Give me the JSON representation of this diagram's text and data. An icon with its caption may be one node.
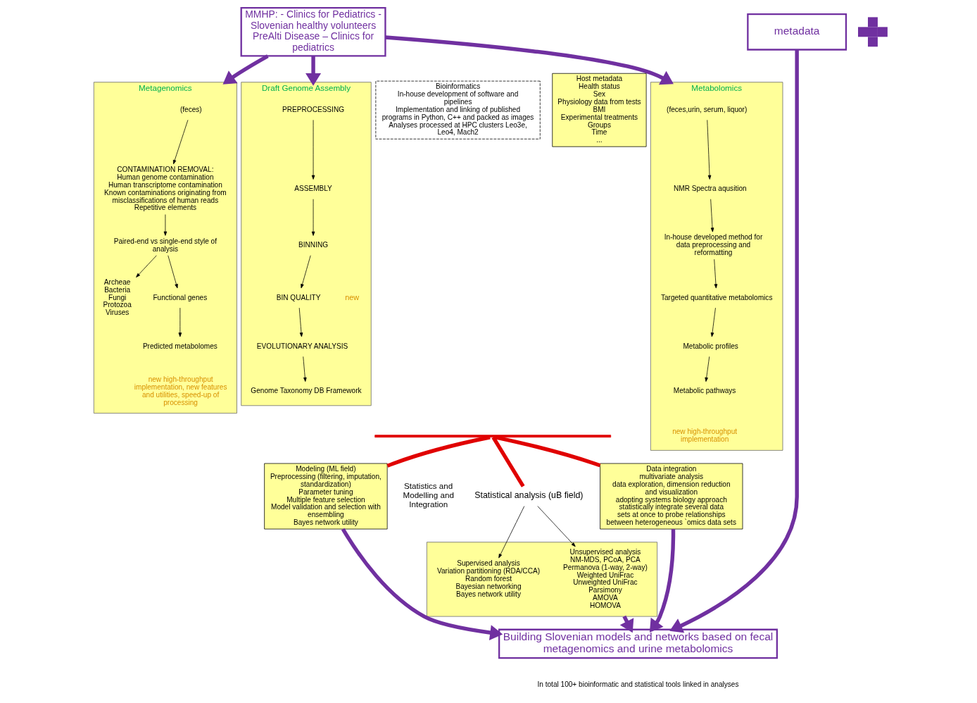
{
  "diagram": {
    "nodes": [
      {
        "text": [
          "MMHP: - Clinics for Pediatrics - Slovenian healthy volunteers",
          "PreAlti Disease – Clinics for pediatrics"
        ]
      },
      {
        "text": [],
        "shape": "cross"
      },
      {
        "text": [
          "metadata"
        ]
      },
      {
        "text": [
          "Bioinformatics",
          "In-house development of software and pipelines",
          "Implementation and linking of published programs in Python, C++ and packed as images",
          "Analyses processed at HPC clusters Leo3e, Leo4, Mach2"
        ]
      },
      {
        "text": [
          "Draft Genome Assembly"
        ]
      },
      {
        "text": [
          "PREPROCESSING"
        ],
        "in": 4
      },
      {
        "text": [
          "ASSEMBLY"
        ],
        "in": 4
      },
      {
        "text": [
          "BINNING"
        ],
        "in": 4
      },
      {
        "text": [
          "BIN QUALITY"
        ],
        "in": 4
      },
      {
        "text": [
          "EVOLUTIONARY ANALYSIS"
        ],
        "in": 4
      },
      {
        "text": [
          "Genome Taxonomy DB Framework"
        ],
        "in": 4
      },
      {
        "text": [
          "Metagenomics"
        ]
      },
      {
        "text": [
          "(feces)"
        ],
        "in": 11
      },
      {
        "text": [
          "CONTAMINATION REMOVAL:",
          "Human genome contamination",
          "Human transcriptome contamination",
          "Known contaminations originating from misclassifications of human reads",
          "Repetitive elements"
        ],
        "in": 11
      },
      {
        "text": [
          "Paired-end vs single-end style of analysis"
        ],
        "in": 11
      },
      {
        "text": [
          "Archeae",
          "Bacteria",
          "Fungi",
          "Protozoa",
          "Viruses"
        ],
        "in": 11
      },
      {
        "text": [
          "Functional genes"
        ],
        "in": 11
      },
      {
        "text": [
          "Predicted metabolomes"
        ],
        "in": 11
      },
      {
        "text": [
          "Metabolomics"
        ]
      },
      {
        "text": [
          "(feces,urin, serum, liquor)"
        ],
        "in": 18
      },
      {
        "text": [
          "NMR Spectra aqusition"
        ],
        "in": 18
      },
      {
        "text": [
          "In-house developed method for data preprocessing and reformatting"
        ],
        "in": 18
      },
      {
        "text": [
          "Targeted quantitative metabolomics"
        ],
        "in": 18
      },
      {
        "text": [
          "Metabolic profiles"
        ],
        "in": 18
      },
      {
        "text": [
          "Metabolic pathways"
        ],
        "in": 18
      },
      {
        "text": [
          "Host metadata",
          "Health status",
          "Sex",
          "Physiology data from tests",
          "BMI",
          "Experimental treatments",
          "Groups",
          "Time",
          "..."
        ]
      },
      {
        "text": [],
        "shape": "bar"
      },
      {
        "text": [
          "Statistical analysis (uB field)"
        ]
      },
      {
        "text": [],
        "shape": "box"
      },
      {
        "text": [
          "Unsupervised analysis",
          "NM-MDS, PCoA, PCA",
          "Permanova (1-way, 2-way)",
          "Weighted UniFrac",
          "Unweighted UniFrac",
          "Parsimony",
          "AMOVA",
          "HOMOVA"
        ],
        "in": 28
      },
      {
        "text": [
          "Supervised analysis",
          "Variation partitioning (RDA/CCA)",
          "Random forest",
          "Bayesian networking",
          "Bayes network utility"
        ],
        "in": 28
      },
      {
        "text": [
          "Modeling (ML field)",
          "Preprocessing (filtering, imputation, standardization)",
          "Parameter tuning",
          "Multiple feature selection",
          "Model validation and selection with ensembling",
          "Bayes network utility"
        ]
      },
      {
        "text": [
          "Data integration",
          "multivariate analysis",
          "data exploration, dimension reduction and visualization",
          "adopting systems biology approach",
          "statistically integrate several data sets at once to probe relationships between heterogeneous `omics data sets"
        ]
      },
      {
        "text": [
          "Building Slovenian models and networks based on fecal metagenomics and urine metabolomics"
        ]
      }
    ],
    "edges": [
      {
        "from": 0,
        "to": 4,
        "arrow": "to",
        "style": "thick",
        "color": "#7030a0"
      },
      {
        "from": 0,
        "to": 11,
        "arrow": "to",
        "style": "thick",
        "color": "#7030a0"
      },
      {
        "from": 0,
        "to": 18,
        "arrow": "to",
        "style": "thick",
        "color": "#7030a0"
      },
      {
        "from": 2,
        "to": 33,
        "arrow": "to",
        "style": "thick",
        "color": "#7030a0"
      },
      {
        "from": 5,
        "to": 6,
        "arrow": "to"
      },
      {
        "from": 6,
        "to": 7,
        "arrow": "to"
      },
      {
        "from": 7,
        "to": 8,
        "arrow": "to"
      },
      {
        "from": 8,
        "to": 9,
        "arrow": "to"
      },
      {
        "from": 9,
        "to": 10,
        "arrow": "to"
      },
      {
        "from": 12,
        "to": 13,
        "arrow": "to"
      },
      {
        "from": 13,
        "to": 14,
        "arrow": "to"
      },
      {
        "from": 14,
        "to": 15,
        "arrow": "to"
      },
      {
        "from": 14,
        "to": 16,
        "arrow": "to"
      },
      {
        "from": 16,
        "to": 17,
        "arrow": "to"
      },
      {
        "from": 19,
        "to": 20,
        "arrow": "to"
      },
      {
        "from": 20,
        "to": 21,
        "arrow": "to"
      },
      {
        "from": 21,
        "to": 22,
        "arrow": "to"
      },
      {
        "from": 22,
        "to": 23,
        "arrow": "to"
      },
      {
        "from": 23,
        "to": 24,
        "arrow": "to"
      },
      {
        "from": 26,
        "to": 27,
        "arrow": "none",
        "style": "thick",
        "color": "#e00000"
      },
      {
        "from": 26,
        "to": 31,
        "arrow": "none",
        "style": "thick",
        "color": "#e00000"
      },
      {
        "from": 26,
        "to": 32,
        "arrow": "none",
        "style": "thick",
        "color": "#e00000"
      },
      {
        "from": 27,
        "to": 29,
        "arrow": "to"
      },
      {
        "from": 27,
        "to": 30,
        "arrow": "to"
      },
      {
        "from": 28,
        "to": 33,
        "arrow": "to",
        "style": "thick",
        "color": "#7030a0"
      },
      {
        "from": 31,
        "to": 33,
        "arrow": "to",
        "style": "thick",
        "color": "#7030a0"
      },
      {
        "from": 32,
        "to": 33,
        "arrow": "to",
        "style": "thick",
        "color": "#7030a0"
      }
    ],
    "labels": [
      "new",
      "new high-throughput implementation, new features and utilities, speed-up of processing",
      "new high-throughput implementation",
      "Statistics and Modelling and Integration",
      "In total 100+ bioinformatic and statistical tools linked in analyses"
    ]
  }
}
